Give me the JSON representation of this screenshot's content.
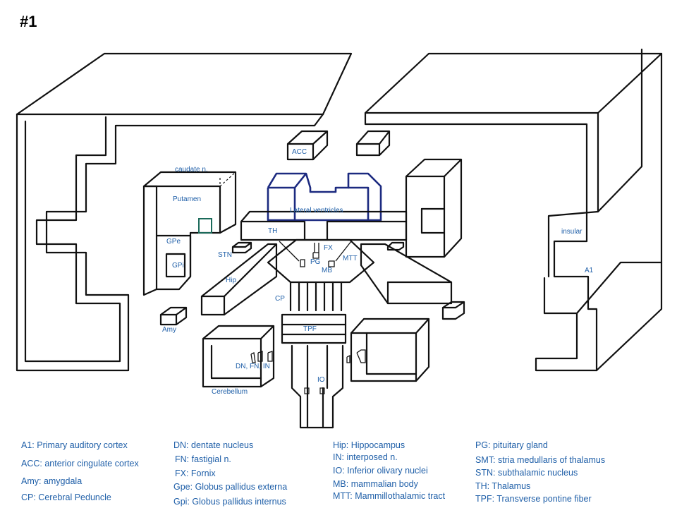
{
  "title": "#1",
  "labels": {
    "acc": "ACC",
    "caudate": "caudate n.",
    "putamen": "Putamen",
    "lateral_ventricles": "Lateral ventricles",
    "th": "TH",
    "gpe": "GPe",
    "gpi": "GPi",
    "stn": "STN",
    "fx": "FX",
    "pg": "PG",
    "mb": "MB",
    "mtt": "MTT",
    "hip": "Hip",
    "cp": "CP",
    "amy": "Amy",
    "tpf": "TPF",
    "dn_fn_in": "DN, FN,  IN",
    "io": "IO",
    "cerebellum": "Cerebellum",
    "insular": "insular",
    "a1": "A1"
  },
  "legend": {
    "col1": [
      "A1: Primary auditory cortex",
      "ACC: anterior cingulate cortex",
      "Amy: amygdala",
      "CP: Cerebral Peduncle"
    ],
    "col2": [
      "DN: dentate nucleus",
      "FN: fastigial n.",
      "FX: Fornix",
      "Gpe: Globus pallidus externa",
      "Gpi: Globus pallidus internus"
    ],
    "col3": [
      "Hip: Hippocampus",
      "IN: interposed n.",
      "IO: Inferior olivary nuclei",
      "MB: mammalian body",
      "MTT: Mammillothalamic tract"
    ],
    "col4": [
      "PG: pituitary gland",
      "SMT: stria medullaris of thalamus",
      "STN: subthalamic nucleus",
      "TH: Thalamus",
      "TPF: Transverse pontine fiber"
    ]
  },
  "colors": {
    "label_blue": "#1f5fa8",
    "ventricle_outline": "#1c2a80",
    "ink": "#111111"
  }
}
